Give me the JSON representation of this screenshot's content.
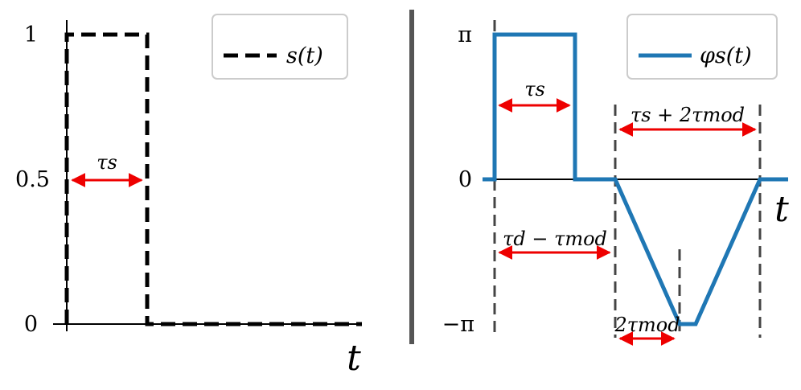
{
  "colors": {
    "signal": "#000000",
    "phase": "#1f77b4",
    "arrow": "#ee0000",
    "marker": "#444444",
    "divider": "#555555",
    "legend_border": "#cccccc"
  },
  "left_panel": {
    "ytick_labels": [
      "1",
      "0.5",
      "0"
    ],
    "xlabel": "t",
    "legend": "s(t)",
    "annotation_tau_s": "τs"
  },
  "right_panel": {
    "ytick_labels": [
      "π",
      "0",
      "−π"
    ],
    "xlabel": "t",
    "legend": "φs(t)",
    "annotation_tau_s": "τs",
    "annotation_window": "τs + 2τmod",
    "annotation_delay": "τd − τmod",
    "annotation_ramp": "2τmod"
  },
  "chart_data": [
    {
      "type": "line",
      "series": [
        {
          "name": "s(t)",
          "style": "dashed",
          "x": [
            0,
            0,
            1,
            1,
            3.7
          ],
          "y": [
            0,
            1,
            1,
            0,
            0
          ]
        }
      ],
      "ylim": [
        0,
        1
      ],
      "yticks": [
        "1",
        "0.5",
        "0"
      ],
      "xlabel": "t",
      "annotations": [
        {
          "text": "τs",
          "type": "double-arrow",
          "at_y": 0.5
        }
      ],
      "legend": "top-right"
    },
    {
      "type": "line",
      "series": [
        {
          "name": "φs(t)",
          "x": [
            -0.15,
            0,
            0,
            1,
            1,
            1.5,
            2.3,
            2.5,
            3.3,
            3.6
          ],
          "y": [
            0,
            0,
            3.1416,
            3.1416,
            0,
            0,
            -3.1416,
            -3.1416,
            0,
            0
          ]
        }
      ],
      "ylim": [
        -3.1416,
        3.1416
      ],
      "yticks": [
        "π",
        "0",
        "−π"
      ],
      "xlabel": "t",
      "annotations": [
        {
          "text": "τs",
          "type": "double-arrow"
        },
        {
          "text": "τs + 2τmod",
          "type": "double-arrow"
        },
        {
          "text": "τd − τmod",
          "type": "double-arrow"
        },
        {
          "text": "2τmod",
          "type": "double-arrow"
        }
      ],
      "legend": "top-right"
    }
  ]
}
